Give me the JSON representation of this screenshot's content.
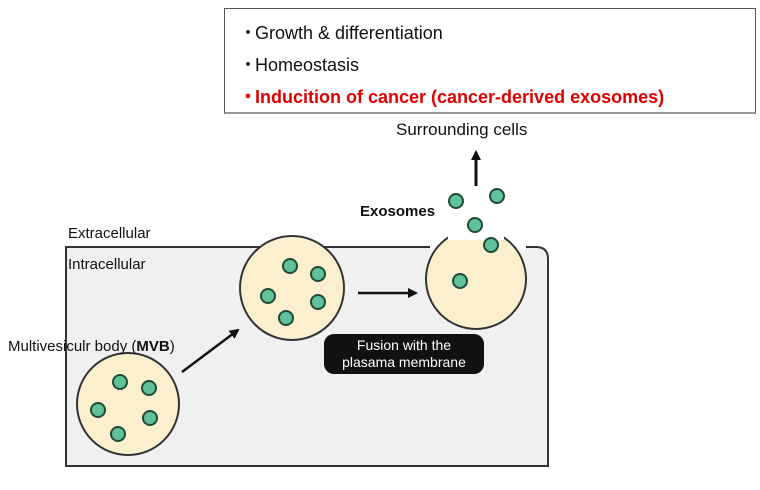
{
  "functions": {
    "items": [
      {
        "bullet": "・",
        "text": "Growth & differentiation"
      },
      {
        "bullet": "・",
        "text": "Homeostasis"
      },
      {
        "bullet": "・",
        "text": "Inducition of cancer (cancer-derived exosomes)"
      }
    ],
    "highlight_color": "#e00000"
  },
  "labels": {
    "surrounding_cells": "Surrounding cells",
    "exosomes": "Exosomes",
    "extracellular": "Extracellular",
    "intracellular": "Intracellular",
    "mvb_prefix": "Multivesiculr body (",
    "mvb_abbrev": "MVB",
    "mvb_suffix": ")",
    "fusion_line1": "Fusion with the",
    "fusion_line2": "plasama membrane"
  },
  "colors": {
    "cell_fill": "#f0f0f0",
    "mvb_fill": "#fbefce",
    "vesicle_fill": "#5fc29a",
    "vesicle_stroke": "#1f4a38"
  }
}
